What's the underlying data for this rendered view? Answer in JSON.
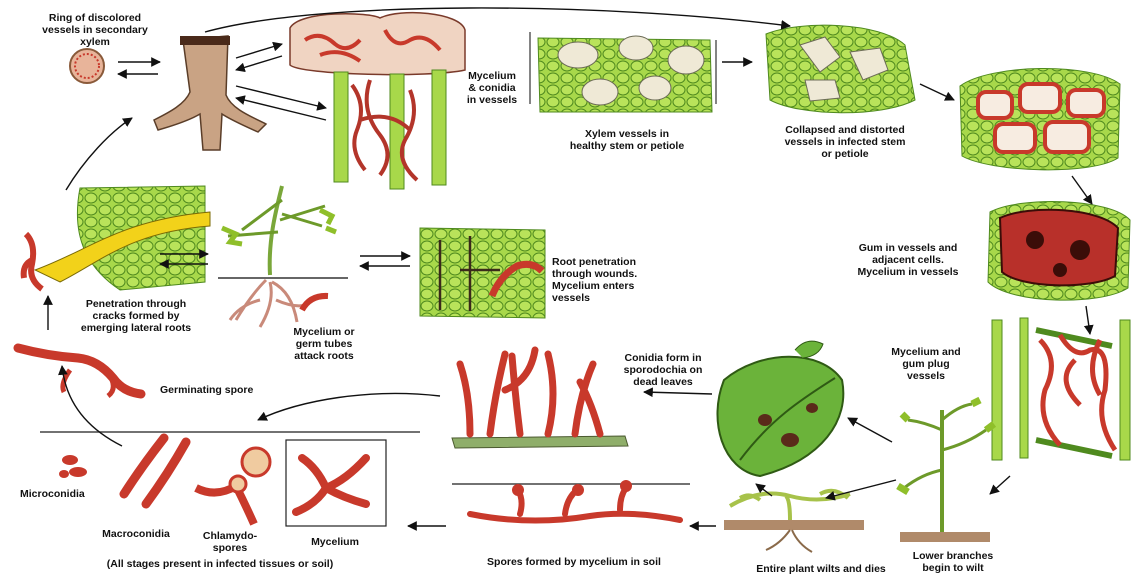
{
  "diagram": {
    "labels": {
      "ring": "Ring of discolored\nvessels in secondary\nxylem",
      "mycelium_conidia": "Mycelium\n& conidia\nin vessels",
      "xylem_healthy": "Xylem vessels in\nhealthy stem or petiole",
      "collapsed": "Collapsed and distorted\nvessels in infected stem\nor petiole",
      "gum": "Gum in vessels and\nadjacent cells.\nMycelium in vessels",
      "root_penetration": "Root penetration\nthrough wounds.\nMycelium enters\nvessels",
      "penetration_cracks": "Penetration through\ncracks formed by\nemerging lateral roots",
      "germ_tubes": "Mycelium or\ngerm tubes\nattack roots",
      "germinating_spore": "Germinating spore",
      "conidia_sporodochia": "Conidia form in\nsporodochia on\ndead leaves",
      "gum_plug": "Mycelium and\ngum plug\nvessels",
      "microconidia": "Microconidia",
      "macroconidia": "Macroconidia",
      "chlamydospores": "Chlamydo-\nspores",
      "mycelium": "Mycelium",
      "all_stages": "(All stages present in infected tissues or soil)",
      "spores_soil": "Spores formed by mycelium in soil",
      "wilts_dies": "Entire plant wilts and dies",
      "lower_branches": "Lower branches\nbegin to wilt"
    },
    "colors": {
      "tissue_green": "#a8d84a",
      "cell_outline": "#4f8a1e",
      "fungus_red": "#c8392b",
      "fungus_dark": "#7a1d14",
      "vessel_cream": "#efe9d6",
      "stem_brown": "#b08a6a",
      "arrow": "#111111"
    }
  }
}
